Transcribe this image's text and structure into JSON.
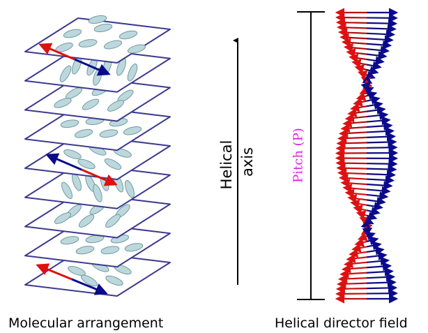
{
  "captions": {
    "left": "Molecular arrangement",
    "right": "Helical director field"
  },
  "helical_axis": {
    "line1": "Helical",
    "line2": "axis"
  },
  "pitch_label": "Pitch (P)",
  "colors": {
    "plane_stroke": "#3d3a8f",
    "molecule_fill": "#bcd8dc",
    "molecule_stroke": "#6f9aa0",
    "red_arrow": "#dd1111",
    "blue_arrow": "#0a0a8c",
    "pitch_label": "#e020e0"
  },
  "layers": 9,
  "director_arrows": 56
}
